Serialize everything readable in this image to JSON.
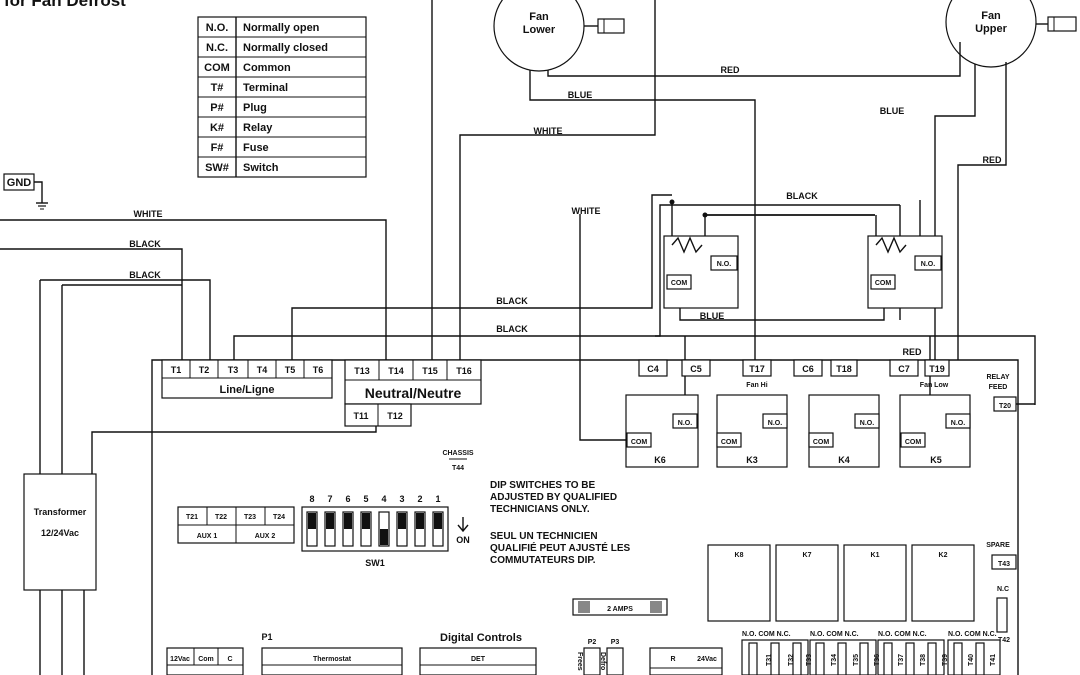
{
  "header": {
    "title": "for Fan Defrost"
  },
  "legend": [
    {
      "abbr": "N.O.",
      "meaning": "Normally open"
    },
    {
      "abbr": "N.C.",
      "meaning": "Normally closed"
    },
    {
      "abbr": "COM",
      "meaning": "Common"
    },
    {
      "abbr": "T#",
      "meaning": "Terminal"
    },
    {
      "abbr": "P#",
      "meaning": "Plug"
    },
    {
      "abbr": "K#",
      "meaning": "Relay"
    },
    {
      "abbr": "F#",
      "meaning": "Fuse"
    },
    {
      "abbr": "SW#",
      "meaning": "Switch"
    }
  ],
  "gnd": "GND",
  "fans": {
    "lower_1": "Fan",
    "lower_2": "Lower",
    "upper_1": "Fan",
    "upper_2": "Upper"
  },
  "wires": {
    "red": "RED",
    "blue": "BLUE",
    "white": "WHITE",
    "black": "BLACK"
  },
  "terminals": {
    "t1": "T1",
    "t2": "T2",
    "t3": "T3",
    "t4": "T4",
    "t5": "T5",
    "t6": "T6",
    "t13": "T13",
    "t14": "T14",
    "t15": "T15",
    "t16": "T16",
    "t11": "T11",
    "t12": "T12",
    "t17": "T17",
    "t18": "T18",
    "t19": "T19",
    "t20": "T20",
    "t21": "T21",
    "t22": "T22",
    "t23": "T23",
    "t24": "T24",
    "t31": "T31",
    "t32": "T32",
    "t33": "T33",
    "t34": "T34",
    "t35": "T35",
    "t36": "T36",
    "t37": "T37",
    "t38": "T38",
    "t39": "T39",
    "t40": "T40",
    "t41": "T41",
    "t42": "T42",
    "t43": "T43",
    "t44": "T44"
  },
  "labels": {
    "line": "Line/Ligne",
    "neutral": "Neutral/Neutre",
    "c4": "C4",
    "c5": "C5",
    "c6": "C6",
    "c7": "C7",
    "fan_hi": "Fan Hi",
    "fan_low": "Fan Low",
    "relay_feed_1": "RELAY",
    "relay_feed_2": "FEED",
    "com": "COM",
    "no": "N.O.",
    "nc": "N.C",
    "k6": "K6",
    "k3": "K3",
    "k4": "K4",
    "k5": "K5",
    "k8": "K8",
    "k7": "K7",
    "k1": "K1",
    "k2": "K2",
    "chassis": "CHASSIS",
    "transformer_1": "Transformer",
    "transformer_2": "12/24Vac",
    "aux1": "AUX 1",
    "aux2": "AUX 2",
    "sw1": "SW1",
    "on": "ON",
    "spare": "SPARE",
    "fuse": "2 AMPS",
    "p1": "P1",
    "p2": "P2",
    "p3": "P3",
    "thermostat": "Thermostat",
    "digital_controls": "Digital Controls",
    "det": "DET",
    "v12": "12Vac",
    "com_small": "Com",
    "c": "C",
    "r": "R",
    "v24": "24Vac",
    "frees": "Frees",
    "defro": "Defro",
    "relay_contacts": "N.O. COM N.C."
  },
  "dip": {
    "numbers": [
      "8",
      "7",
      "6",
      "5",
      "4",
      "3",
      "2",
      "1"
    ],
    "note_en": [
      "DIP SWITCHES TO BE",
      "ADJUSTED BY QUALIFIED",
      "TECHNICIANS ONLY."
    ],
    "note_fr": [
      "SEUL UN TECHNICIEN",
      "QUALIFIÉ PEUT AJUSTÉ LES",
      "COMMUTATEURS DIP."
    ]
  }
}
